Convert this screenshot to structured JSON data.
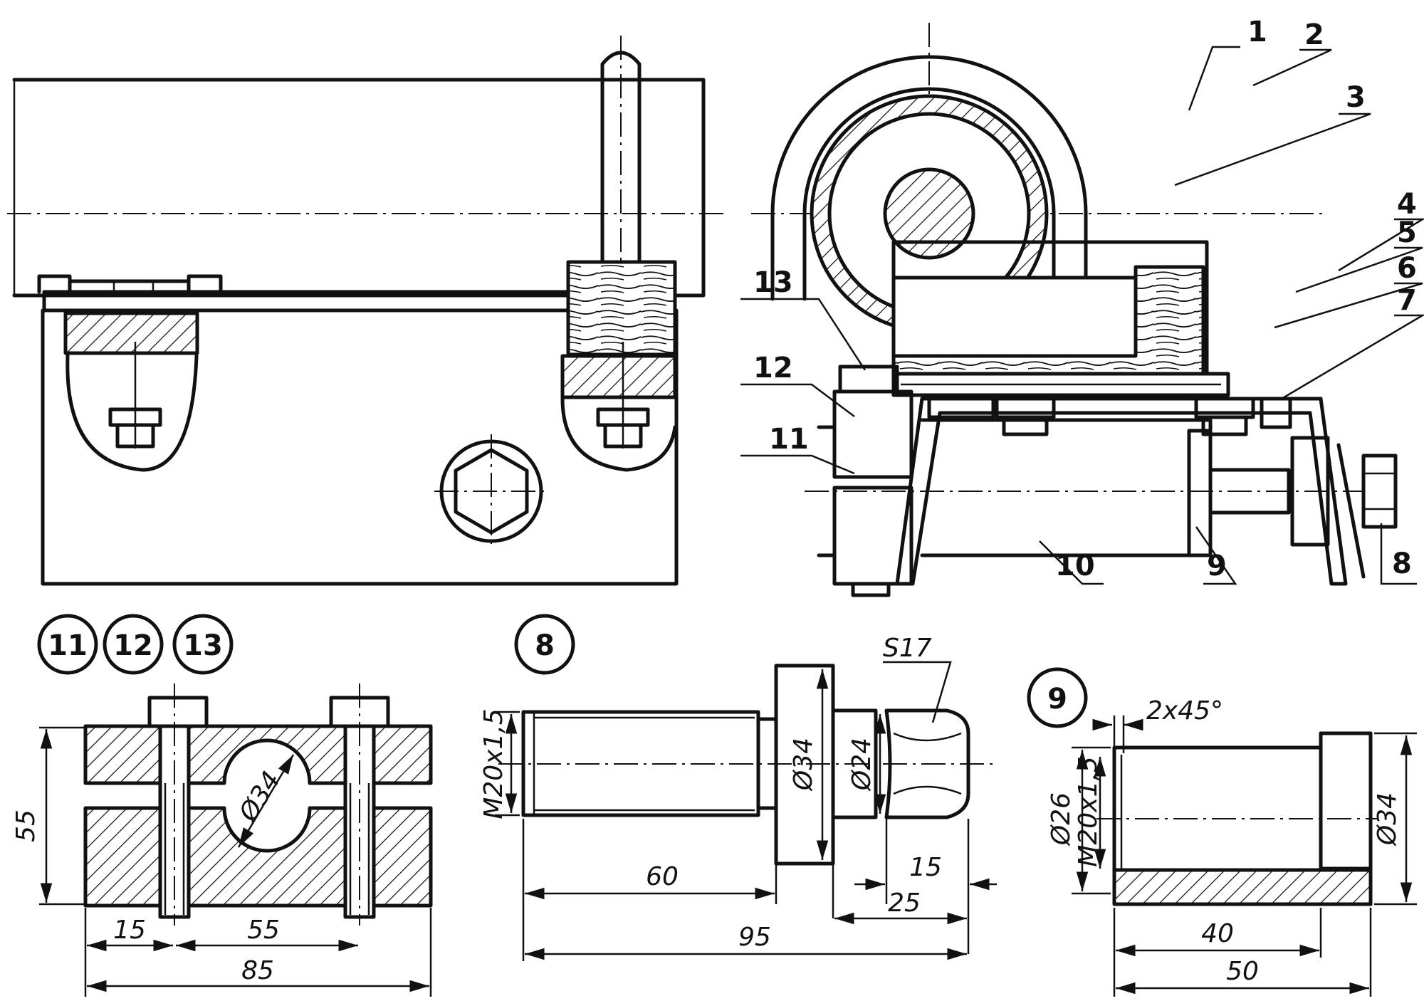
{
  "part_numbers": {
    "p1": "1",
    "p2": "2",
    "p3": "3",
    "p4": "4",
    "p5": "5",
    "p6": "6",
    "p7": "7",
    "p8": "8",
    "p9": "9",
    "p10": "10",
    "p11": "11",
    "p12": "12",
    "p13": "13"
  },
  "detail_labels": {
    "clamp_a": "11",
    "clamp_b": "12",
    "clamp_c": "13",
    "bolt": "8",
    "bushing": "9"
  },
  "clamp_dims": {
    "height": "55",
    "bore": "Ø34",
    "left": "15",
    "spacing": "55",
    "total": "85"
  },
  "bolt_dims": {
    "thread": "M20x1,5",
    "collar": "Ø34",
    "neck": "Ø24",
    "wrench": "S17",
    "head": "15",
    "shank": "60",
    "tail": "25",
    "overall": "95"
  },
  "bushing_dims": {
    "chamfer": "2x45°",
    "outer_small": "Ø26",
    "thread": "M20x1,5",
    "outer_big": "Ø34",
    "inner": "40",
    "overall": "50"
  }
}
